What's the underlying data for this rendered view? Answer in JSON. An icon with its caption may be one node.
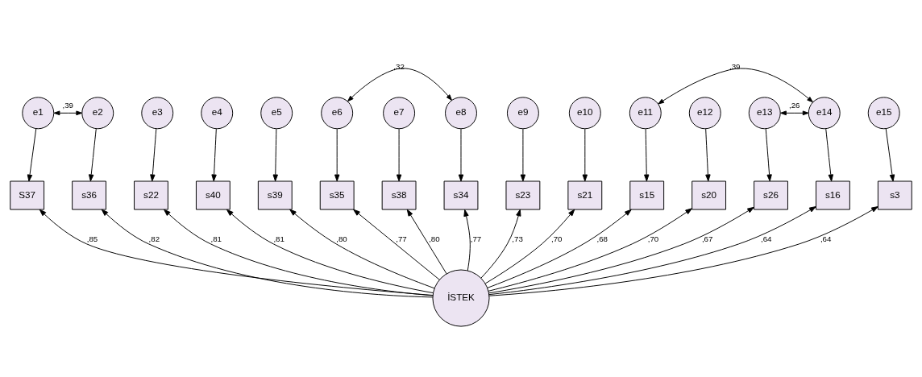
{
  "diagram": {
    "nodes": [
      {
        "text": [
          "e1"
        ]
      },
      {
        "text": [
          "e2"
        ]
      },
      {
        "text": [
          "e3"
        ]
      },
      {
        "text": [
          "e4"
        ]
      },
      {
        "text": [
          "e5"
        ]
      },
      {
        "text": [
          "e6"
        ]
      },
      {
        "text": [
          "e7"
        ]
      },
      {
        "text": [
          "e8"
        ]
      },
      {
        "text": [
          "e9"
        ]
      },
      {
        "text": [
          "e10"
        ]
      },
      {
        "text": [
          "e11"
        ]
      },
      {
        "text": [
          "e12"
        ]
      },
      {
        "text": [
          "e13"
        ]
      },
      {
        "text": [
          "e14"
        ]
      },
      {
        "text": [
          "e15"
        ]
      },
      {
        "text": [
          "S37"
        ]
      },
      {
        "text": [
          "s36"
        ]
      },
      {
        "text": [
          "s22"
        ]
      },
      {
        "text": [
          "s40"
        ]
      },
      {
        "text": [
          "s39"
        ]
      },
      {
        "text": [
          "s35"
        ]
      },
      {
        "text": [
          "s38"
        ]
      },
      {
        "text": [
          "s34"
        ]
      },
      {
        "text": [
          "s23"
        ]
      },
      {
        "text": [
          "s21"
        ]
      },
      {
        "text": [
          "s15"
        ]
      },
      {
        "text": [
          "s20"
        ]
      },
      {
        "text": [
          "s26"
        ]
      },
      {
        "text": [
          "s16"
        ]
      },
      {
        "text": [
          "s3"
        ]
      },
      {
        "text": [
          "İSTEK"
        ]
      }
    ],
    "edges": [
      {
        "from": 0,
        "to": 15,
        "arrow": "to"
      },
      {
        "from": 1,
        "to": 16,
        "arrow": "to"
      },
      {
        "from": 2,
        "to": 17,
        "arrow": "to"
      },
      {
        "from": 3,
        "to": 18,
        "arrow": "to"
      },
      {
        "from": 4,
        "to": 19,
        "arrow": "to"
      },
      {
        "from": 5,
        "to": 20,
        "arrow": "to"
      },
      {
        "from": 6,
        "to": 21,
        "arrow": "to"
      },
      {
        "from": 7,
        "to": 22,
        "arrow": "to"
      },
      {
        "from": 8,
        "to": 23,
        "arrow": "to"
      },
      {
        "from": 9,
        "to": 24,
        "arrow": "to"
      },
      {
        "from": 10,
        "to": 25,
        "arrow": "to"
      },
      {
        "from": 11,
        "to": 26,
        "arrow": "to"
      },
      {
        "from": 12,
        "to": 27,
        "arrow": "to"
      },
      {
        "from": 13,
        "to": 28,
        "arrow": "to"
      },
      {
        "from": 14,
        "to": 29,
        "arrow": "to"
      },
      {
        "from": 30,
        "to": 15,
        "arrow": "to",
        "label": ",85"
      },
      {
        "from": 30,
        "to": 16,
        "arrow": "to",
        "label": ",82"
      },
      {
        "from": 30,
        "to": 17,
        "arrow": "to",
        "label": ",81"
      },
      {
        "from": 30,
        "to": 18,
        "arrow": "to",
        "label": ",81"
      },
      {
        "from": 30,
        "to": 19,
        "arrow": "to",
        "label": ",80"
      },
      {
        "from": 30,
        "to": 20,
        "arrow": "to",
        "label": ",77"
      },
      {
        "from": 30,
        "to": 21,
        "arrow": "to",
        "label": ",80"
      },
      {
        "from": 30,
        "to": 22,
        "arrow": "to",
        "label": ",77"
      },
      {
        "from": 30,
        "to": 23,
        "arrow": "to",
        "label": ",73"
      },
      {
        "from": 30,
        "to": 24,
        "arrow": "to",
        "label": ",70"
      },
      {
        "from": 30,
        "to": 25,
        "arrow": "to",
        "label": ",68"
      },
      {
        "from": 30,
        "to": 26,
        "arrow": "to",
        "label": ",70"
      },
      {
        "from": 30,
        "to": 27,
        "arrow": "to",
        "label": ",67"
      },
      {
        "from": 30,
        "to": 28,
        "arrow": "to",
        "label": ",64"
      },
      {
        "from": 30,
        "to": 29,
        "arrow": "to",
        "label": ",64"
      },
      {
        "from": 0,
        "to": 1,
        "arrow": "both",
        "label": ",39"
      },
      {
        "from": 5,
        "to": 7,
        "arrow": "both",
        "label": ",32"
      },
      {
        "from": 10,
        "to": 13,
        "arrow": "both",
        "label": ",39"
      },
      {
        "from": 12,
        "to": 13,
        "arrow": "both",
        "label": ",26"
      }
    ]
  }
}
